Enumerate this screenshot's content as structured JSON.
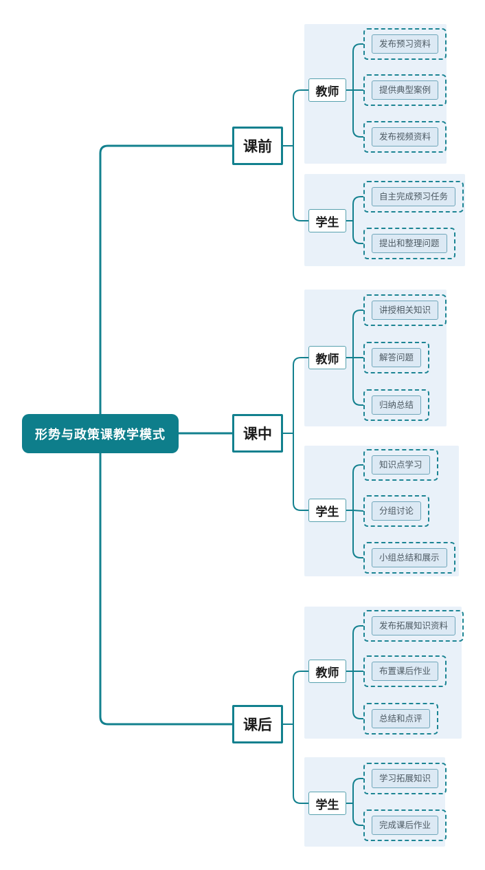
{
  "diagram": {
    "root": "形势与政策课教学模式",
    "phases": [
      {
        "label": "课前",
        "roles": [
          {
            "label": "教师",
            "tasks": [
              "发布预习资料",
              "提供典型案例",
              "发布视频资料"
            ]
          },
          {
            "label": "学生",
            "tasks": [
              "自主完成预习任务",
              "提出和整理问题"
            ]
          }
        ]
      },
      {
        "label": "课中",
        "roles": [
          {
            "label": "教师",
            "tasks": [
              "讲授相关知识",
              "解答问题",
              "归纳总结"
            ]
          },
          {
            "label": "学生",
            "tasks": [
              "知识点学习",
              "分组讨论",
              "小组总结和展示"
            ]
          }
        ]
      },
      {
        "label": "课后",
        "roles": [
          {
            "label": "教师",
            "tasks": [
              "发布拓展知识资料",
              "布置课后作业",
              "总结和点评"
            ]
          },
          {
            "label": "学生",
            "tasks": [
              "学习拓展知识",
              "完成课后作业"
            ]
          }
        ]
      }
    ],
    "colors": {
      "teal": "#12808E",
      "root_fill": "#0E7E8B",
      "panel": "#E9F1F9",
      "leaf_fill": "#DCE9F4",
      "leaf_border": "#6FA6BA",
      "dashed": "#1B8493",
      "role_border": "#57A1AE",
      "leaf_text": "#4D5A63",
      "text_dark": "#1B1B1B"
    }
  }
}
